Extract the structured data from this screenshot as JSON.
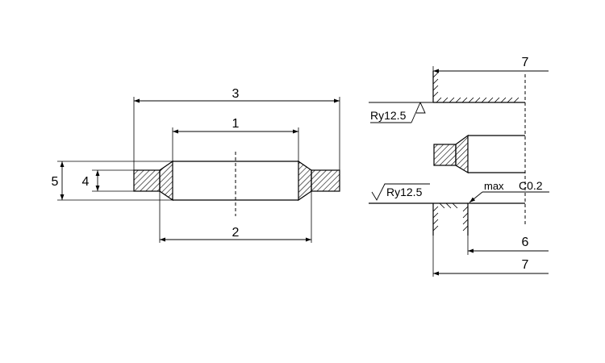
{
  "dimensions": {
    "d1": "1",
    "d2": "2",
    "d3": "3",
    "d4": "4",
    "d5": "5",
    "d6": "6",
    "d7_top": "7",
    "d7_bottom": "7"
  },
  "annotations": {
    "roughness_top": "Ry12.5",
    "roughness_bottom": "Ry12.5",
    "max_label": "max",
    "chamfer": "C0.2"
  }
}
